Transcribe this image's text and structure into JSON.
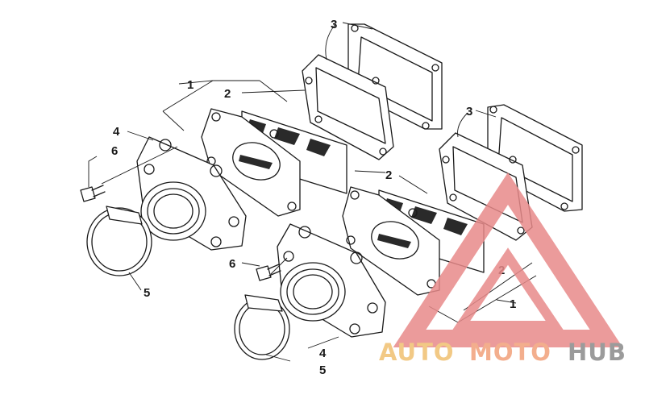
{
  "callouts": {
    "c1a": "1",
    "c1b": "1",
    "c2a": "2",
    "c2b": "2",
    "c2c": "2",
    "c3a": "3",
    "c3b": "3",
    "c4a": "4",
    "c4b": "4",
    "c5a": "5",
    "c5b": "5",
    "c6a": "6",
    "c6b": "6"
  },
  "watermark": {
    "part1": "AUTO",
    "part2": "MOTO",
    "part3": "HUB",
    "colors": {
      "triangle": "#e88a8a",
      "auto": "#f0c070",
      "moto": "#f2a07a",
      "hub": "#8a8a8a"
    }
  }
}
